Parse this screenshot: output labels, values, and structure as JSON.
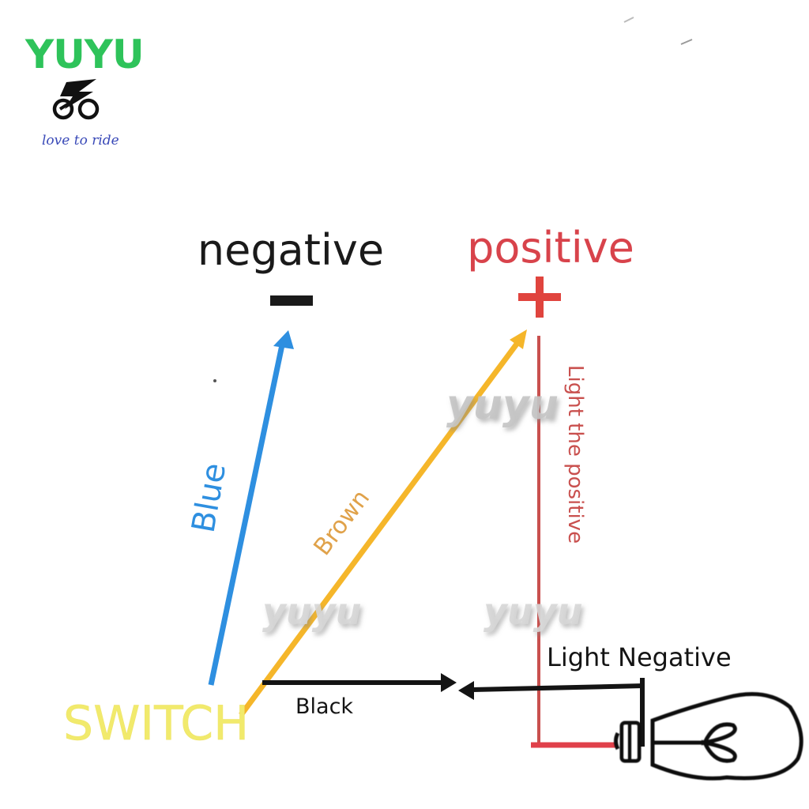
{
  "logo": {
    "brand": "YUYU",
    "icon": "cyclist-icon",
    "tagline": "love to ride",
    "brand_color": "#2ec35a",
    "tagline_color": "#3a4ab8"
  },
  "terminals": {
    "negative": {
      "label": "negative",
      "symbol": "minus-icon",
      "color": "#1a1a1a"
    },
    "positive": {
      "label": "positive",
      "symbol": "plus-icon",
      "color": "#d8434b"
    }
  },
  "wires": {
    "blue": {
      "label": "Blue",
      "color": "#2e8fe0"
    },
    "brown": {
      "label": "Brown",
      "color": "#f5b62a",
      "text_color": "#e0a24a"
    },
    "black": {
      "label": "Black",
      "color": "#141414"
    },
    "light_positive": {
      "label": "Light the positive",
      "color": "#c9504e"
    },
    "light_negative": {
      "label": "Light Negative",
      "color": "#141414"
    }
  },
  "switch": {
    "label": "SWITCH",
    "color": "#f1ea6c"
  },
  "bulb": {
    "icon": "light-bulb-icon"
  },
  "watermarks": [
    "yuyu",
    "yuyu",
    "yuyu"
  ]
}
